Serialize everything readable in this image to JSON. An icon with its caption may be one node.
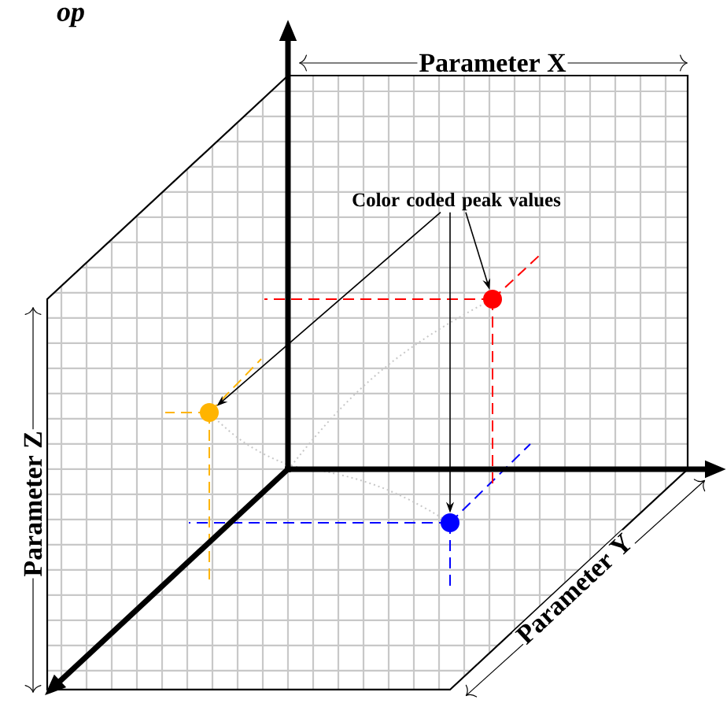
{
  "diagram": {
    "nodes": [
      {
        "text": [
          "Color coded peak values"
        ]
      },
      {
        "text": [],
        "shape": "circle"
      },
      {
        "text": [],
        "shape": "circle"
      },
      {
        "text": [],
        "shape": "circle"
      }
    ],
    "edges": [
      {
        "from": 0,
        "to": 1,
        "arrow": "to"
      },
      {
        "from": 0,
        "to": 2,
        "arrow": "to"
      },
      {
        "from": 0,
        "to": 3,
        "arrow": "to"
      }
    ],
    "labels": [
      "op",
      "Parameter X",
      "Parameter Z",
      "Parameter Y"
    ]
  }
}
